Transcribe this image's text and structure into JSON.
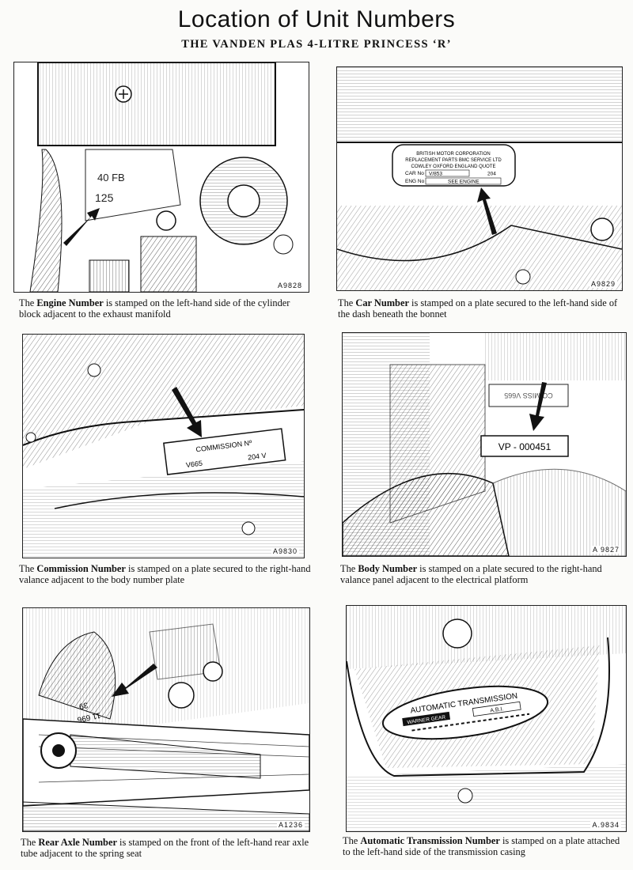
{
  "page": {
    "title": "Location of Unit Numbers",
    "subtitle": "THE VANDEN PLAS 4-LITRE PRINCESS ‘R’"
  },
  "panels": [
    {
      "id": "engine",
      "ref": "A9828",
      "stamp_lines": [
        "40 FB",
        "125"
      ],
      "caption": {
        "pre": "The ",
        "bold": "Engine Number",
        "post": " is stamped on the left-hand side of the cylinder block adjacent to the exhaust manifold"
      }
    },
    {
      "id": "car",
      "ref": "A9829",
      "plate_lines": [
        "BRITISH MOTOR CORPORATION",
        "REPLACEMENT PARTS BMC SERVICE LTD",
        "COWLEY OXFORD ENGLAND QUOTE"
      ],
      "car_no_label": "CAR No",
      "car_no_value": "V/853",
      "car_no_suffix": "204",
      "eng_no_label": "ENG No",
      "eng_no_value": "SEE ENGINE",
      "caption": {
        "pre": "The ",
        "bold": "Car Number",
        "post": " is stamped on a plate secured to the left-hand side of the dash beneath the bonnet"
      }
    },
    {
      "id": "commission",
      "ref": "A9830",
      "plate_title": "COMMISSION Nº",
      "plate_left": "V665",
      "plate_right": "204 V",
      "caption": {
        "pre": "The ",
        "bold": "Commission Number",
        "post": " is stamped on a plate secured to the right-hand valance adjacent to the body number plate"
      }
    },
    {
      "id": "body",
      "ref": "A 9827",
      "plate_value": "VP - 000451",
      "caption": {
        "pre": "The ",
        "bold": "Body Number",
        "post": " is stamped on a plate secured to the right-hand valance panel adjacent to the electrical platform"
      }
    },
    {
      "id": "axle",
      "ref": "A1236",
      "stamp_lines": [
        "39",
        "11 696"
      ],
      "caption": {
        "pre": "The ",
        "bold": "Rear Axle Number",
        "post": " is stamped on the front of the left-hand rear axle tube adjacent to the spring seat"
      }
    },
    {
      "id": "transmission",
      "ref": "A.9834",
      "plate_title": "AUTOMATIC TRANSMISSION",
      "plate_maker": "WARNER GEAR",
      "plate_serial": "A.B.I.",
      "caption": {
        "pre": "The ",
        "bold": "Automatic Transmission Number",
        "post": " is stamped on a plate attached to the left-hand side of the transmission casing"
      }
    }
  ]
}
